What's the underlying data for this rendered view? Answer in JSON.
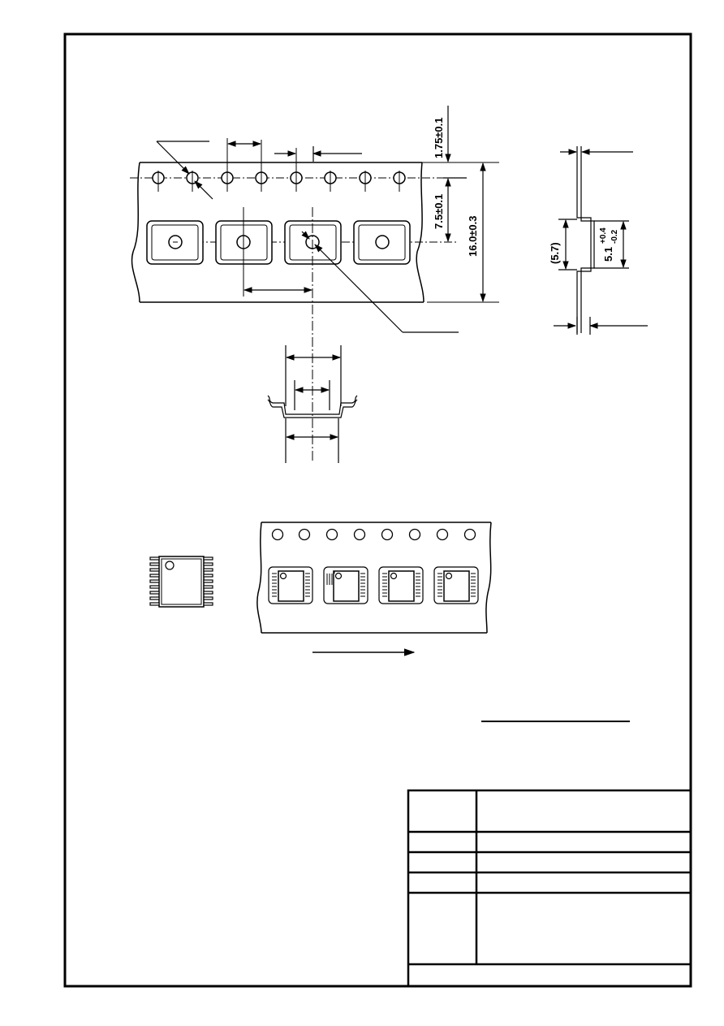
{
  "title": "",
  "dimensions": {
    "sprocket_edge": "1.75±0.1",
    "hole_to_pocket": "7.5±0.1",
    "tape_width": "16.0±0.3",
    "pocket_depth_ref": "(5.7)",
    "pocket_depth_main": "5.1",
    "pocket_depth_tol_plus": "+0.4",
    "pocket_depth_tol_minus": "-0.2"
  },
  "colors": {
    "line": "#000000",
    "paper": "#ffffff"
  },
  "title_block": {
    "rows": 5
  }
}
